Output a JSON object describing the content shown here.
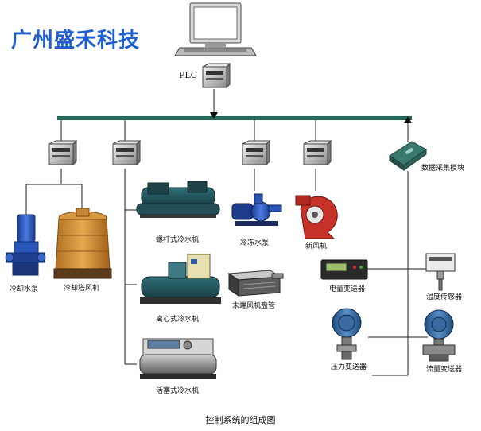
{
  "brand": "广州盛禾科技",
  "plc_label": "PLC",
  "caption": "控制系统的组成图",
  "colors": {
    "bus": "#1f6a5a",
    "brand": "#1f5fd0"
  },
  "devices": {
    "cooling_pump": "冷却水泵",
    "cooling_tower": "冷却塔风机",
    "screw_chiller": "螺杆式冷水机",
    "centrifugal_chiller": "离心式冷水机",
    "piston_chiller": "活塞式冷水机",
    "chilled_water_pump": "冷冻水泵",
    "fan_coil": "末端风机盘管",
    "fresh_air_fan": "新风机",
    "data_module": "数据采集模块",
    "power_transmitter": "电量变送器",
    "temp_sensor": "温度传感器",
    "pressure_transmitter": "压力变送器",
    "flow_transmitter": "流量变送器"
  }
}
